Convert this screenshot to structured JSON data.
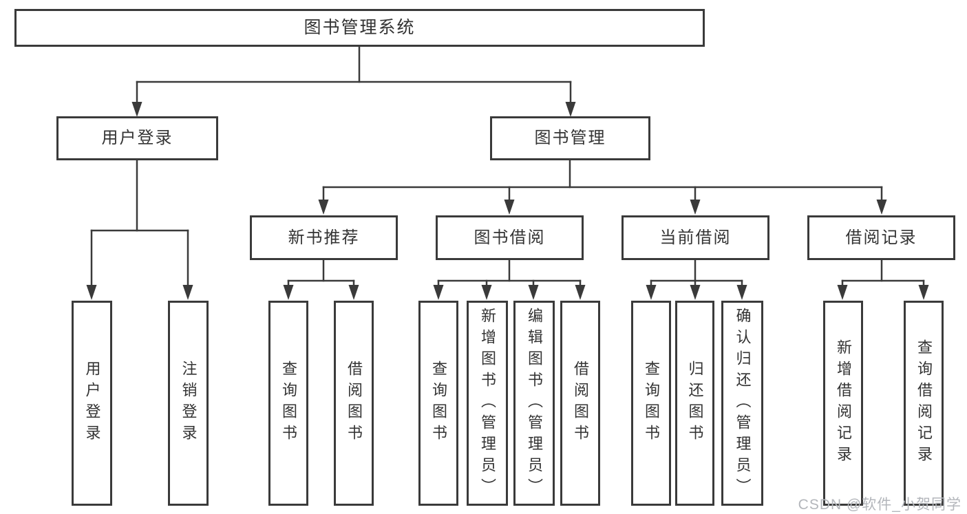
{
  "colors": {
    "line": "#3a3a3a",
    "box_border": "#3a3a3a",
    "box_background": "#ffffff",
    "label_text": "#333333",
    "watermark_text": "#b3b6bb"
  },
  "tree": {
    "root": {
      "label": "图书管理系统"
    },
    "branches": [
      {
        "label": "用户登录",
        "children": [
          {
            "label": "用户登录"
          },
          {
            "label": "注销登录"
          }
        ]
      },
      {
        "label": "图书管理",
        "children": [
          {
            "label": "新书推荐",
            "children": [
              {
                "label": "查询图书"
              },
              {
                "label": "借阅图书"
              }
            ]
          },
          {
            "label": "图书借阅",
            "children": [
              {
                "label": "查询图书"
              },
              {
                "label": "新增图书（管理员）"
              },
              {
                "label": "编辑图书（管理员）"
              },
              {
                "label": "借阅图书"
              }
            ]
          },
          {
            "label": "当前借阅",
            "children": [
              {
                "label": "查询图书"
              },
              {
                "label": "归还图书"
              },
              {
                "label": "确认归还（管理员）"
              }
            ]
          },
          {
            "label": "借阅记录",
            "children": [
              {
                "label": "新增借阅记录"
              },
              {
                "label": "查询借阅记录"
              }
            ]
          }
        ]
      }
    ]
  },
  "watermark": {
    "text": "CSDN @软件_小贺同学"
  }
}
